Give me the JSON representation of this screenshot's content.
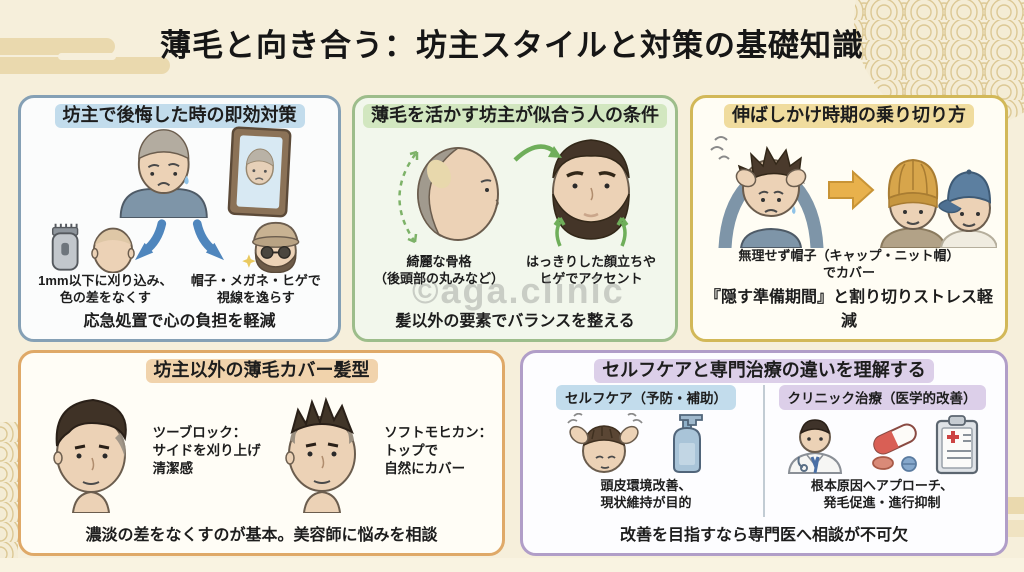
{
  "title": "薄毛と向き合う：坊主スタイルと対策の基礎知識",
  "watermark": "©aga.clinic",
  "colors": {
    "background": "#f6efdb",
    "panel_quick_fix_border": "#85a0b5",
    "panel_suits_border": "#9dbd8b",
    "panel_growing_out_border": "#d2b858",
    "panel_cover_styles_border": "#dfa968",
    "panel_care_vs_clinic_border": "#b19ec8",
    "highlight_blue": "#c2dcec",
    "highlight_green": "#d2e7c0",
    "highlight_yellow": "#f0dc9e",
    "highlight_orange": "#f1d3ac",
    "highlight_purple": "#dccfe9"
  },
  "panels": {
    "quick_fix": {
      "title": "坊主で後悔した時の即効対策",
      "caption_left": "1mm以下に刈り込み、\n色の差をなくす",
      "caption_right": "帽子・メガネ・ヒゲで\n視線を逸らす",
      "summary": "応急処置で心の負担を軽減"
    },
    "suits": {
      "title": "薄毛を活かす坊主が似合う人の条件",
      "caption_left": "綺麗な骨格\n（後頭部の丸みなど）",
      "caption_right": "はっきりした顔立ちや\nヒゲでアクセント",
      "summary": "髪以外の要素でバランスを整える"
    },
    "growing_out": {
      "title": "伸ばしかけ時期の乗り切り方",
      "caption": "無理せず帽子（キャップ・ニット帽）\nでカバー",
      "summary": "『隠す準備期間』と割り切りストレス軽減"
    },
    "cover_styles": {
      "title": "坊主以外の薄毛カバー髪型",
      "caption_left": "ツーブロック：\nサイドを刈り上げ\n清潔感",
      "caption_right": "ソフトモヒカン：\nトップで\n自然にカバー",
      "summary": "濃淡の差をなくすのが基本。美容師に悩みを相談"
    },
    "care_vs_clinic": {
      "title": "セルフケアと専門治療の違いを理解する",
      "left_badge": "セルフケア（予防・補助）",
      "right_badge": "クリニック治療（医学的改善）",
      "caption_left": "頭皮環境改善、\n現状維持が目的",
      "caption_right": "根本原因へアプローチ、\n発毛促進・進行抑制",
      "summary": "改善を目指すなら専門医へ相談が不可欠"
    }
  }
}
